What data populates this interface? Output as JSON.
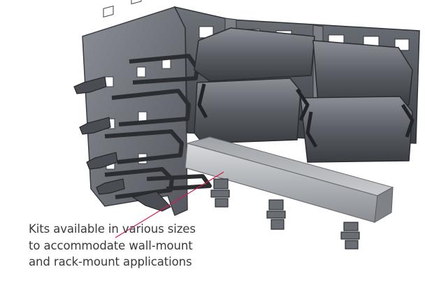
{
  "caption": {
    "lines": [
      "Kits available in various sizes",
      "to accommodate wall-mount",
      "and rack-mount applications"
    ]
  },
  "colors": {
    "background": "#ffffff",
    "callout_line": "#d61a4a",
    "steel_dark": "#3d4147",
    "steel_mid": "#666b72",
    "steel_light": "#a7abb0",
    "caption_text": "#3a3a3a"
  }
}
